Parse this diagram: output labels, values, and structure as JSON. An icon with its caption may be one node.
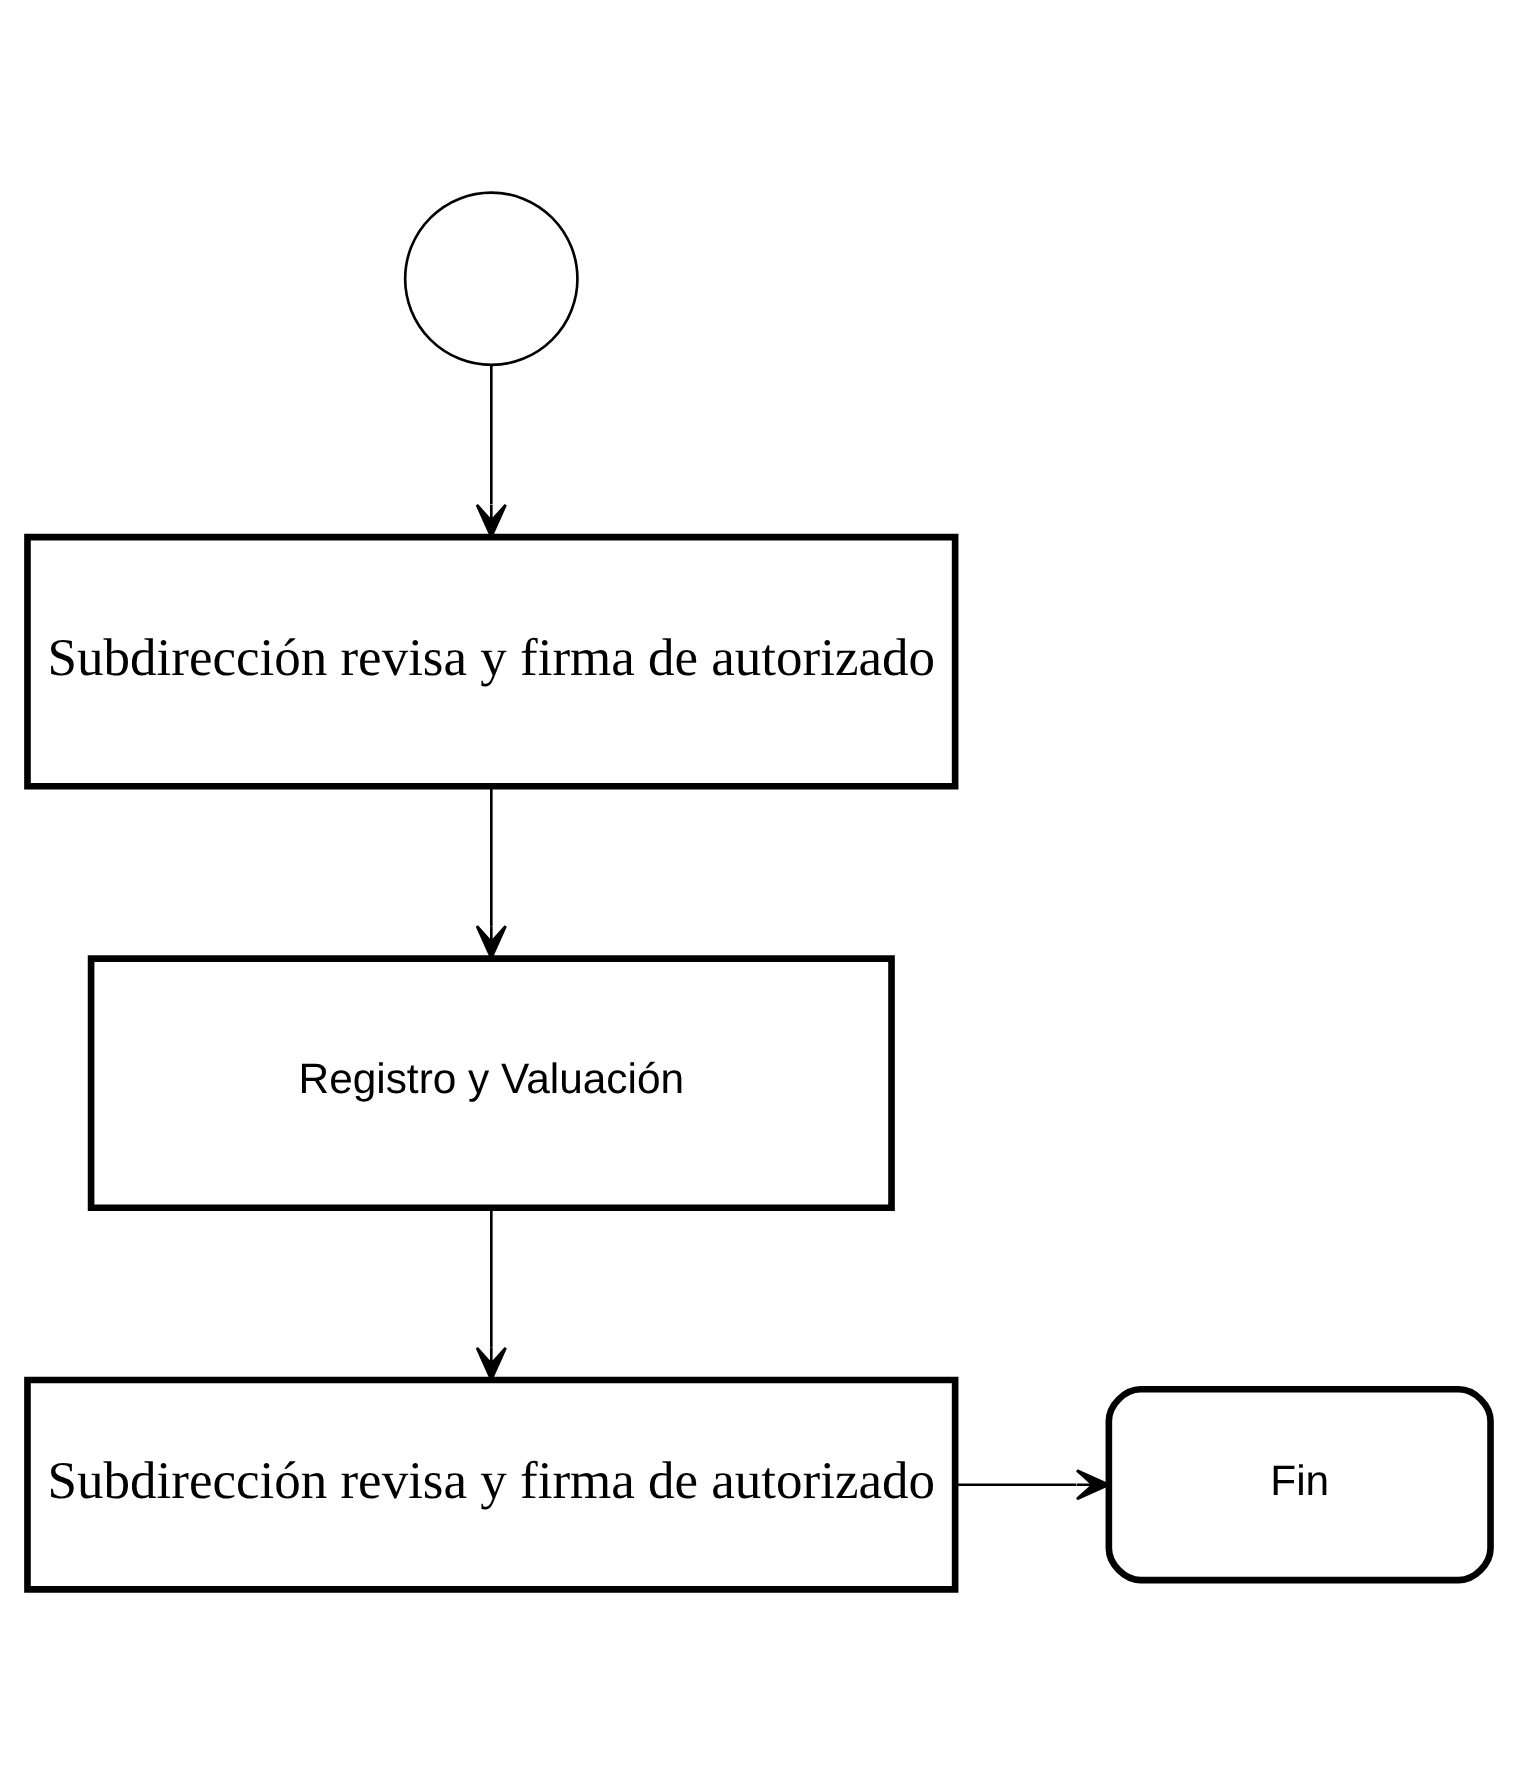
{
  "diagram": {
    "nodes": [
      {
        "text": [],
        "shape": "circle"
      },
      {
        "text": [
          "Subdirección revisa y firma de autorizado"
        ]
      },
      {
        "text": [
          "Registro y Valuación"
        ]
      },
      {
        "text": [
          "Subdirección revisa y firma de autorizado"
        ]
      },
      {
        "text": [
          "Fin"
        ]
      }
    ],
    "edges": [
      {
        "from": 0,
        "to": 1,
        "arrow": "to"
      },
      {
        "from": 1,
        "to": 2,
        "arrow": "to"
      },
      {
        "from": 2,
        "to": 3,
        "arrow": "to"
      },
      {
        "from": 3,
        "to": 4,
        "arrow": "to"
      }
    ]
  }
}
